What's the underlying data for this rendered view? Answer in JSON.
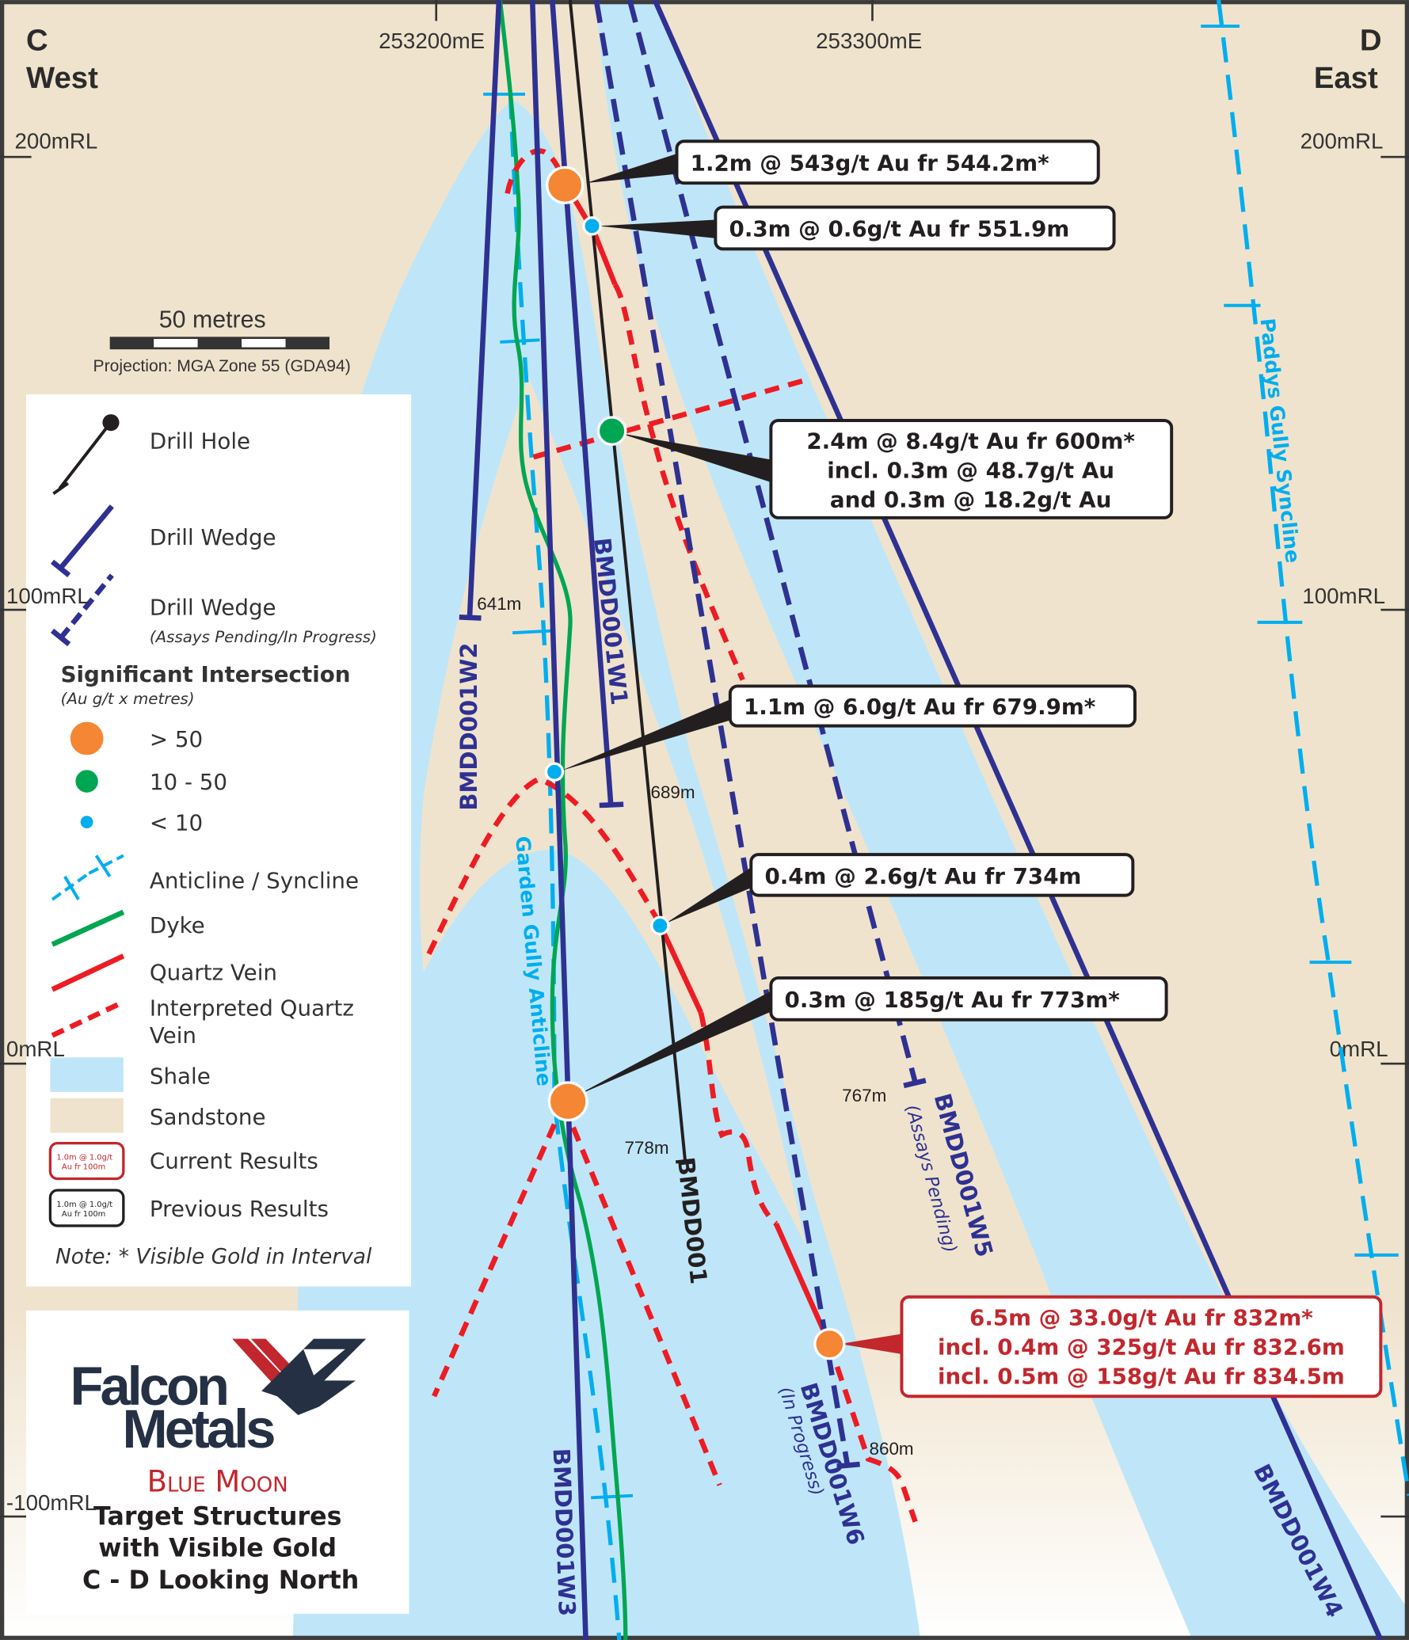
{
  "section": {
    "start_letter": "C",
    "start_direction": "West",
    "end_letter": "D",
    "end_direction": "East"
  },
  "axes": {
    "easting": [
      "253200mE",
      "253300mE"
    ],
    "rl_right": [
      "200mRL",
      "100mRL",
      "0mRL"
    ],
    "rl_left": [
      "200mRL",
      "100mRL",
      "0mRL",
      "-100mRL"
    ]
  },
  "scale": {
    "label": "50 metres",
    "projection": "Projection: MGA Zone 55 (GDA94)"
  },
  "holes": {
    "w2": {
      "name": "BMDD001W2",
      "depth": "641m"
    },
    "w1": {
      "name": "BMDD001W1",
      "depth": "689m"
    },
    "w3": {
      "name": "BMDD001W3"
    },
    "main": {
      "name": "BMDD001",
      "depth": "778m"
    },
    "w5": {
      "name": "BMDD001W5",
      "status": "(Assays Pending)",
      "depth": "767m"
    },
    "w6": {
      "name": "BMDD001W6",
      "status": "(In Progress)",
      "depth": "860m"
    },
    "w4": {
      "name": "BMDD001W4"
    }
  },
  "structures": {
    "anticline": "Garden Gully Anticline",
    "syncline": "Paddys Gully Syncline"
  },
  "callouts": [
    {
      "lines": [
        "1.2m @ 543g/t Au fr 544.2m*"
      ],
      "current": false
    },
    {
      "lines": [
        "0.3m @ 0.6g/t Au fr 551.9m"
      ],
      "current": false
    },
    {
      "lines": [
        "2.4m @ 8.4g/t Au fr 600m*",
        "incl. 0.3m @ 48.7g/t Au",
        "and 0.3m @ 18.2g/t Au"
      ],
      "current": false
    },
    {
      "lines": [
        "1.1m @ 6.0g/t Au fr 679.9m*"
      ],
      "current": false
    },
    {
      "lines": [
        "0.4m @ 2.6g/t Au fr 734m"
      ],
      "current": false
    },
    {
      "lines": [
        "0.3m @ 185g/t Au fr 773m*"
      ],
      "current": false
    },
    {
      "lines": [
        "6.5m @ 33.0g/t Au fr 832m*",
        "incl. 0.4m @ 325g/t Au fr 832.6m",
        "incl. 0.5m @ 158g/t Au fr 834.5m"
      ],
      "current": true
    }
  ],
  "legend": {
    "drill_hole": "Drill Hole",
    "drill_wedge": "Drill Wedge",
    "drill_wedge_pending": "Drill Wedge",
    "drill_wedge_pending_note": "(Assays Pending/In Progress)",
    "sig_title": "Significant Intersection",
    "sig_units": "(Au g/t x metres)",
    "sig_high": "> 50",
    "sig_mid": "10 - 50",
    "sig_low": "< 10",
    "anticline_syncline": "Anticline / Syncline",
    "dyke": "Dyke",
    "quartz_vein": "Quartz Vein",
    "interp_vein_1": "Interpreted Quartz",
    "interp_vein_2": "Vein",
    "shale": "Shale",
    "sandstone": "Sandstone",
    "sample_1": "1.0m @ 1.0g/t",
    "sample_2": "Au fr 100m",
    "current_results": "Current Results",
    "previous_results": "Previous Results",
    "note": "Note: * Visible Gold in Interval"
  },
  "title": {
    "logo_line1": "Falcon",
    "logo_line2": "Metals",
    "project": "Blue Moon",
    "line1": "Target Structures",
    "line2": "with Visible Gold",
    "line3": "C - D Looking North"
  },
  "colors": {
    "sandstone": "#f0e3cd",
    "shale": "#bfe6f8",
    "wedge": "#2e3192",
    "dyke": "#00a651",
    "vein": "#ed1c24",
    "fold": "#00aeef",
    "high": "#f58634",
    "mid": "#00a651",
    "low": "#00aeef"
  }
}
